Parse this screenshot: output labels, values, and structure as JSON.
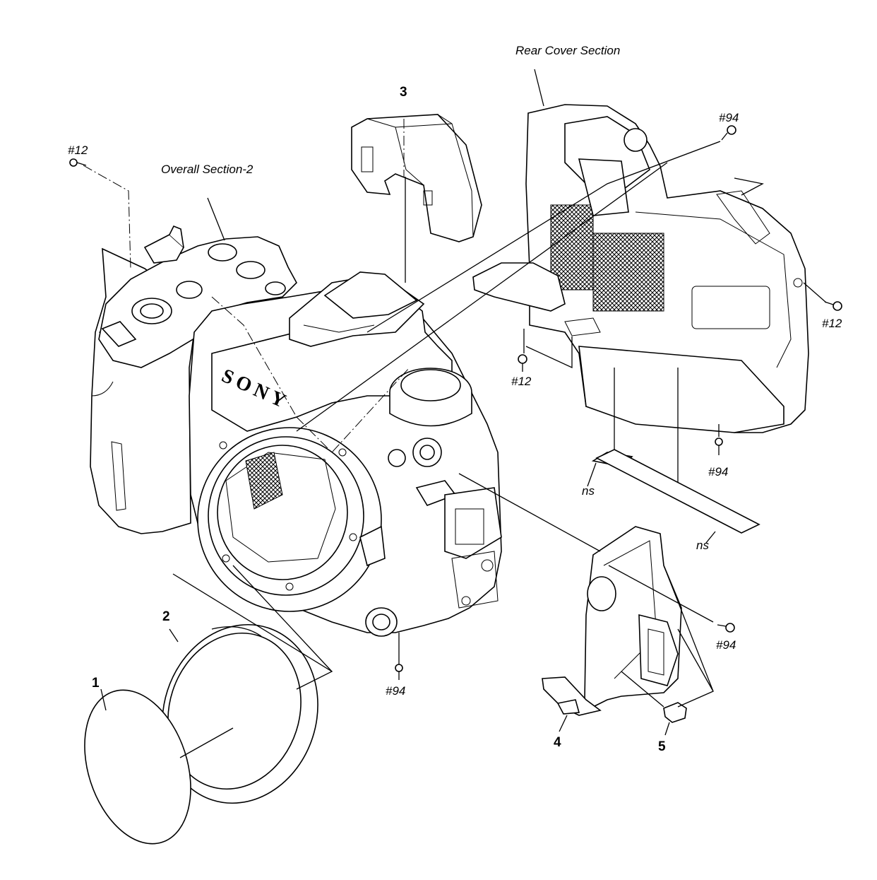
{
  "sections": {
    "rear_cover": "Rear Cover Section",
    "overall": "Overall Section-2"
  },
  "brand_mark": "SONY",
  "parts": {
    "p1": "1",
    "p2": "2",
    "p3": "3",
    "p4": "4",
    "p5": "5"
  },
  "screws": {
    "s12_top_left": "#12",
    "s94_top_right": "#94",
    "s12_right": "#12",
    "s12_mid": "#12",
    "s94_mid_right": "#94",
    "s94_side_door": "#94",
    "s94_bottom": "#94"
  },
  "notes": {
    "ns_1": "ns",
    "ns_2": "ns"
  }
}
